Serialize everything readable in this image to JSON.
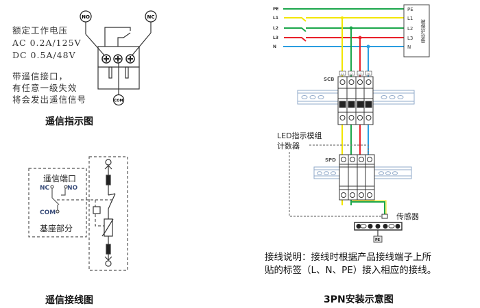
{
  "indicator_diagram": {
    "spec_lines": [
      "额定工作电压",
      "AC 0.2A/125V",
      "DC 0.5A/48V"
    ],
    "note_lines": [
      "带遥信接口，",
      "有任意一级失效",
      "将会发出遥信信号"
    ],
    "terminal_labels": {
      "no": "NO",
      "nc": "NC",
      "com": "COM"
    },
    "caption": "遥信指示图"
  },
  "wiring_diagram": {
    "port_title": "遥信端口",
    "nc_label": "NC",
    "no_label": "NO",
    "com_label": "COM",
    "base_label": "基座部分",
    "caption": "遥信接线图"
  },
  "install_diagram": {
    "lines": [
      {
        "name": "PE",
        "color": "#1aa64a"
      },
      {
        "name": "L1",
        "color": "#f2e600"
      },
      {
        "name": "L2",
        "color": "#1aa64a"
      },
      {
        "name": "L3",
        "color": "#e8202a"
      },
      {
        "name": "N",
        "color": "#2a9de0"
      }
    ],
    "equipment_terminals": [
      "PE",
      "L1",
      "L2",
      "L3",
      "N"
    ],
    "equipment_label": "被保护设备",
    "scb_label": "SCB",
    "scb_terminal_tags": [
      "L1",
      "L2",
      "L3",
      "N"
    ],
    "led_label_line1": "LED指示模组",
    "led_label_line2": "计数器",
    "spd_label": "SPD",
    "sensor_label": "传感器",
    "pe_bar_label": "PE",
    "instructions": [
      "接线说明：接线时根据产品接线端子上所",
      "贴的标签（L、N、PE）接入相应的接线。"
    ],
    "caption": "3PN安装示意图"
  }
}
